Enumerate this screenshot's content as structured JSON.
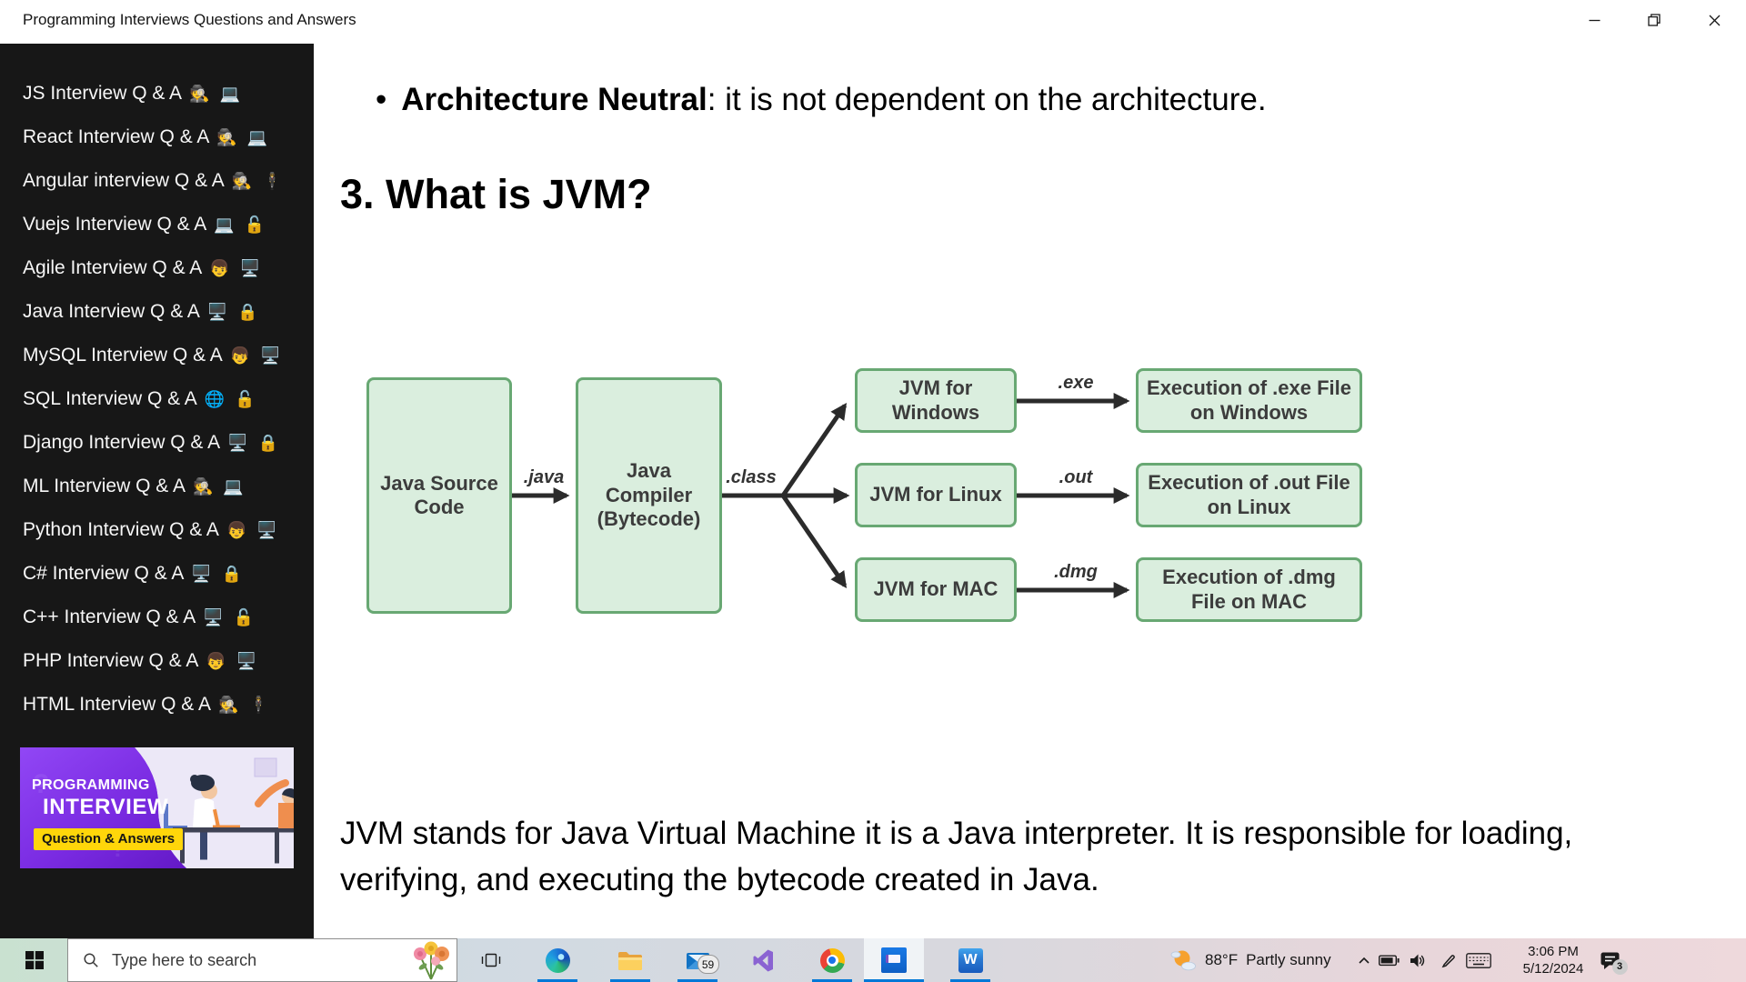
{
  "window": {
    "title": "Programming Interviews Questions and Answers"
  },
  "sidebar": {
    "items": [
      {
        "label": "JS Interview Q & A",
        "emojis": "🕵️ 💻"
      },
      {
        "label": "React Interview Q & A",
        "emojis": "🕵️ 💻"
      },
      {
        "label": "Angular interview Q & A",
        "emojis": "🕵️ 🕴️"
      },
      {
        "label": "Vuejs Interview Q & A",
        "emojis": "💻 🔓"
      },
      {
        "label": "Agile Interview Q & A",
        "emojis": "👦 🖥️"
      },
      {
        "label": "Java Interview Q & A",
        "emojis": "🖥️ 🔒"
      },
      {
        "label": "MySQL Interview Q & A",
        "emojis": "👦 🖥️"
      },
      {
        "label": "SQL Interview Q & A",
        "emojis": "🌐 🔓"
      },
      {
        "label": "Django Interview Q & A",
        "emojis": "🖥️ 🔒"
      },
      {
        "label": "ML Interview Q & A",
        "emojis": "🕵️ 💻"
      },
      {
        "label": "Python Interview Q & A",
        "emojis": "👦 🖥️"
      },
      {
        "label": "C# Interview Q & A",
        "emojis": "🖥️ 🔒"
      },
      {
        "label": "C++ Interview Q & A",
        "emojis": "🖥️ 🔓"
      },
      {
        "label": "PHP Interview Q & A",
        "emojis": "👦 🖥️"
      },
      {
        "label": "HTML Interview Q & A",
        "emojis": "🕵️ 🕴️"
      }
    ],
    "promo": {
      "line1": "PROGRAMMING",
      "line2": "INTERVIEW",
      "badge": "Question & Answers"
    }
  },
  "content": {
    "bullet": "•",
    "bullet_bold": "Architecture Neutral",
    "bullet_rest": ": it is not dependent on the architecture.",
    "heading": "3. What is JVM?",
    "paragraph": "JVM stands for Java Virtual Machine it is a Java interpreter. It is responsible for loading, verifying, and executing the bytecode created in Java.",
    "diagram": {
      "source_box": "Java Source Code",
      "compiler_box": "Java Compiler (Bytecode)",
      "jvm_boxes": [
        "JVM for Windows",
        "JVM for Linux",
        "JVM for MAC"
      ],
      "exec_boxes": [
        "Execution of .exe File on Windows",
        "Execution of .out File on Linux",
        "Execution of .dmg File on MAC"
      ],
      "labels": {
        "java": ".java",
        "class": ".class",
        "exe": ".exe",
        "out": ".out",
        "dmg": ".dmg"
      }
    }
  },
  "taskbar": {
    "search_placeholder": "Type here to search",
    "apps": [
      {
        "name": "edge",
        "running": true
      },
      {
        "name": "file-explorer",
        "running": true
      },
      {
        "name": "mail",
        "running": true,
        "badge": "59"
      },
      {
        "name": "visual-studio",
        "running": false
      },
      {
        "name": "chrome",
        "running": true
      },
      {
        "name": "ebook-app",
        "running": true,
        "active": true
      },
      {
        "name": "word",
        "running": true
      }
    ],
    "word_glyph": "W",
    "weather": {
      "temp": "88°F",
      "desc": "Partly sunny"
    },
    "clock": {
      "time": "3:06 PM",
      "date": "5/12/2024"
    },
    "notification_badge": "3"
  },
  "colors": {
    "accent_underline": "#0078d7",
    "sidebar_bg": "#171717",
    "diagram_box_fill": "#daeede",
    "diagram_box_border": "#68a873",
    "promo_purple": "#7a2be2",
    "promo_badge_yellow": "#ffd60a"
  }
}
